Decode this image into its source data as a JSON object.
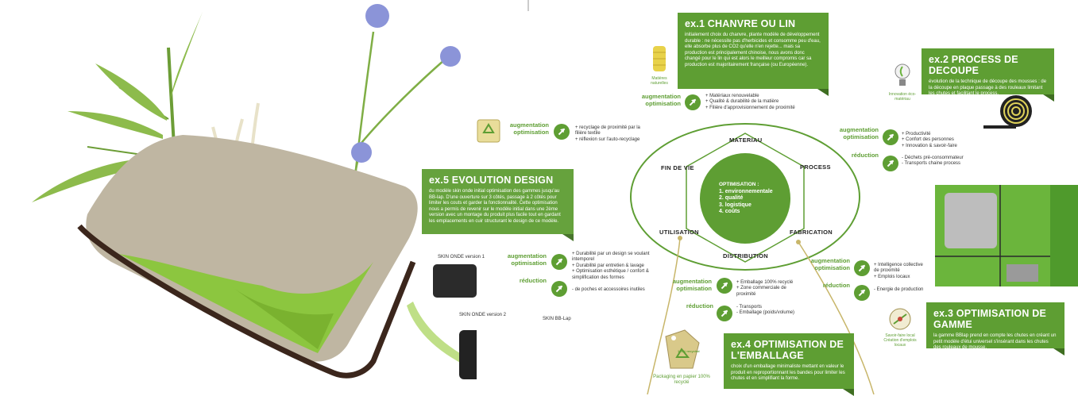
{
  "boxes": {
    "ex1": {
      "title": "ex.1 CHANVRE OU LIN",
      "text": "initialement choix du chanvre, plante modèle de développement durable : ne nécessite pas d'herbicides et consomme peu d'eau, elle absorbe plus de CO2 qu'elle n'en rejette... mais sa production est principalement chinoise, nous avons donc changé pour le lin qui est alors le meilleur compromis car sa production est majoritairement française (ou Européenne)."
    },
    "ex2": {
      "title": "ex.2 PROCESS DE DECOUPE",
      "text": "évolution de la technique de découpe des mousses : de la découpe en plaque passage à des rouleaux limitant les chutes et facilitant le process."
    },
    "ex3": {
      "title": "ex.3 OPTIMISATION DE GAMME",
      "text": "la gamme BBlap prend en compte les chutes en créant un petit modèle d'étui universel s'insérant dans les chutes des rouleaux de mousse."
    },
    "ex4": {
      "title": "ex.4  OPTIMISATION DE L'EMBALLAGE",
      "text": "choix d'un emballage minimaliste mettant en valeur le produit en reproportionnant les bandes pour limiter les chutes et en simplifiant la forme."
    },
    "ex5": {
      "title": "ex.5 EVOLUTION DESIGN",
      "text": "du modèle skin onde initial optimisation des gammes jusqu'au BB-lap. D'une ouverture sur 3 côtés, passage à 2 côtés pour limiter les couts et garder la fonctionnalité. Cette optimisation nous a permis de revenir sur le modèle initial dans une 2ème version avec un montage du produit plus facile tout en gardant les emplacements en cuir structurant le design de ce modèle."
    }
  },
  "cycle": {
    "materiau": "MATERIAU",
    "process": "PROCESS",
    "fabrication": "FABRICATION",
    "distribution": "DISTRIBUTION",
    "utilisation": "UTILISATION",
    "fin_de_vie": "FIN DE VIE",
    "center_title": "OPTIMISATION :",
    "center_items": [
      "1. environnementale",
      "2. qualité",
      "3. logistique",
      "4. coûts"
    ]
  },
  "labels": {
    "aug1": "augmentation",
    "aug2": "optimisation",
    "reduction": "réduction"
  },
  "benefits": {
    "materiau_aug": [
      "+ Matériaux renouvelable",
      "+ Qualité & durabilité de la matière",
      "+ Filière d'approvisionnement de proximité"
    ],
    "fin_aug": [
      "+ recyclage de proximité par la",
      "filière textile",
      "+ réflexion sur l'auto-recyclage"
    ],
    "process_aug": [
      "+ Productivité",
      "+ Confort des personnes",
      "+ Innovation & savoir-faire"
    ],
    "process_red": [
      "- Déchets pré-consommateur",
      "- Transports chaine process"
    ],
    "util_aug": [
      "+ Durabilité par un design se voulant",
      "intemporel",
      "+ Durabilité par entretien & lavage",
      "+ Optimisation esthétique / confort &",
      "simplification des formes"
    ],
    "util_red": [
      "- de poches et accessoires inutiles"
    ],
    "fab_aug": [
      "+ Intelligence collective",
      "de proximité",
      "+ Emplois locaux"
    ],
    "fab_red": [
      "- Energie de production"
    ],
    "dist_aug": [
      "+ Emballage 100% recyclé",
      "+ Zone commerciale de",
      "proximité"
    ],
    "dist_red": [
      "- Transports",
      "- Emballage (poids/volume)"
    ]
  },
  "icons": {
    "matieres": "Matières naturelles",
    "innovation": "Innovation éco-matériau",
    "savoirfaire": "Savoir-faire local Création d'emplois locaux"
  },
  "captions": {
    "v1": "SKIN ONDE version 1",
    "v2": "SKIN ONDE version 2",
    "bblap": "SKIN BB-Lap",
    "packaging": "Packaging en papier 100% recyclé",
    "badge": "100% recycled"
  }
}
